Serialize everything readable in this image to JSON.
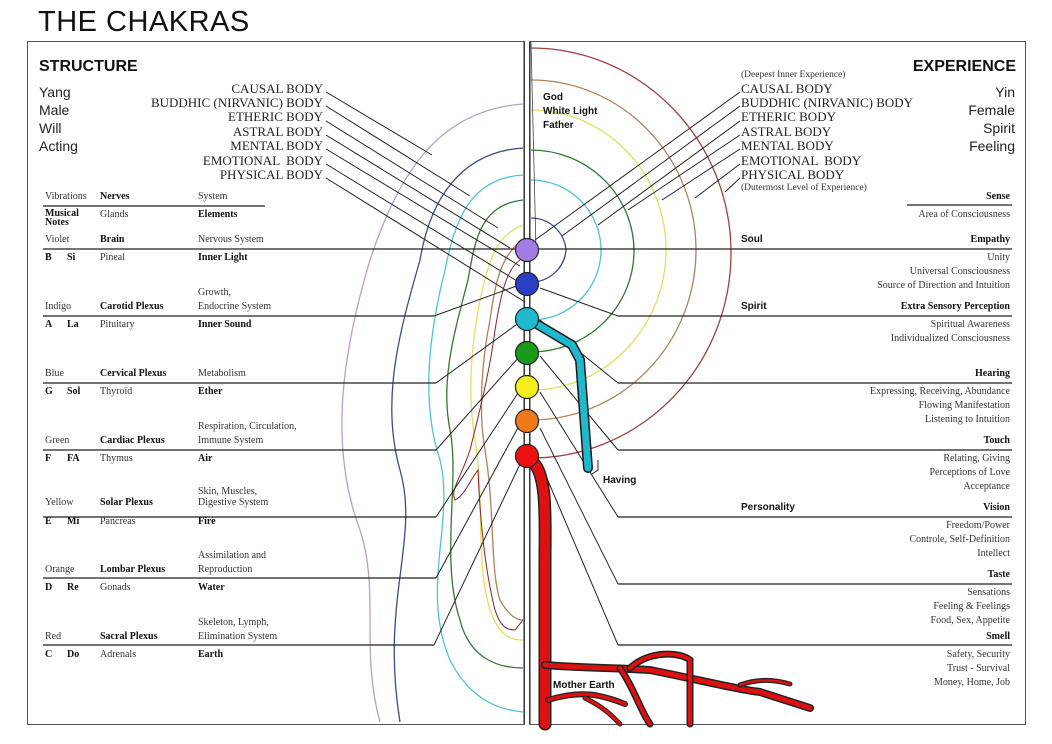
{
  "title": "THE CHAKRAS",
  "structure": {
    "heading": "STRUCTURE",
    "attributes": [
      "Yang",
      "Male",
      "Will",
      "Acting"
    ],
    "bodies": [
      "CAUSAL BODY",
      "BUDDHIC (NIRVANIC) BODY",
      "ETHERIC BODY",
      "ASTRAL BODY",
      "MENTAL BODY",
      "EMOTIONAL  BODY",
      "PHYSICAL BODY"
    ],
    "table_header": {
      "vibrations": "Vibrations",
      "nerves": "Nerves",
      "system": "System",
      "musical_notes": "Musical Notes",
      "glands": "Glands",
      "elements": "Elements"
    },
    "rows": [
      {
        "color": "Violet",
        "nerves": "Brain",
        "system": "Nervous System",
        "note": "B",
        "solfege": "Si",
        "gland": "Pineal",
        "element": "Inner Light"
      },
      {
        "color": "Indigo",
        "nerves": "Carotid Plexus",
        "system": "Growth, Endocrine System",
        "system_line1": "Growth,",
        "system_line2": "Endocrine System",
        "note": "A",
        "solfege": "La",
        "gland": "Pituitary",
        "element": "Inner Sound"
      },
      {
        "color": "Blue",
        "nerves": "Cervical Plexus",
        "system": "Metabolism",
        "note": "G",
        "solfege": "Sol",
        "gland": "Thyroïd",
        "element": "Ether"
      },
      {
        "color": "Green",
        "nerves": "Cardiac Plexus",
        "system": "Respiration, Circulation, Immune System",
        "system_line1": "Respiration, Circulation,",
        "system_line2": "Immune System",
        "note": "F",
        "solfege": "FA",
        "gland": "Thymus",
        "element": "Air"
      },
      {
        "color": "Yellow",
        "nerves": "Solar Plexus",
        "system": "Skin, Muscles, Digestive System",
        "system_line1": "Skin, Muscles,",
        "system_line2": "Digestive System",
        "note": "E",
        "solfege": "Mi",
        "gland": "Pancreas",
        "element": "Fire"
      },
      {
        "color": "Orange",
        "nerves": "Lombar Plexus",
        "system": "Assimilation and Reproduction",
        "system_line1": "Assimilation and",
        "system_line2": "Reproduction",
        "note": "D",
        "solfege": "Re",
        "gland": "Gonads",
        "element": "Water"
      },
      {
        "color": "Red",
        "nerves": "Sacral Plexus",
        "system": "Skeleton, Lymph, Elimination System",
        "system_line1": "Skeleton, Lymph,",
        "system_line2": "Elimination System",
        "note": "C",
        "solfege": "Do",
        "gland": "Adrenals",
        "element": "Earth"
      }
    ]
  },
  "experience": {
    "heading": "EXPERIENCE",
    "attributes": [
      "Yin",
      "Female",
      "Spirit",
      "Feeling"
    ],
    "deepest_note": "(Deepest Inner Experience)",
    "outermost_note": "(Dutermost Level of Experience)",
    "bodies": [
      "CAUSAL BODY",
      "BUDDHIC (NIRVANIC) BODY",
      "ETHERIC BODY",
      "ASTRAL BODY",
      "MENTAL BODY",
      "EMOTIONAL  BODY",
      "PHYSICAL BODY"
    ],
    "header": {
      "sense": "Sense",
      "area": "Area of Consciousness"
    },
    "levels": {
      "soul": "Soul",
      "spirit": "Spirit",
      "personality": "Personality"
    },
    "rows": [
      {
        "sense": "Empathy",
        "lines": [
          "Unity",
          "Universal Consciousness",
          "Source of Direction and Intuition"
        ]
      },
      {
        "sense": "Extra Sensory Perception",
        "lines": [
          "Spiritual Awareness",
          "Individualized Consciousness"
        ]
      },
      {
        "sense": "Hearing",
        "lines": [
          "Expressing, Receiving, Abundance",
          "Flowing Manifestation",
          "Listening to Intuition"
        ]
      },
      {
        "sense": "Touch",
        "lines": [
          "Relating, Giving",
          "Perceptions of Love",
          "Acceptance"
        ]
      },
      {
        "sense": "Vision",
        "lines": [
          "Freedom/Power",
          "Controle, Self-Definition",
          "Intellect"
        ]
      },
      {
        "sense": "Taste",
        "lines": [
          "Sensations",
          "Feeling & Feelings",
          "Food, Sex, Appetite"
        ]
      },
      {
        "sense": "Smell",
        "lines": [
          "Safety, Security",
          "Trust - Survival",
          "Money, Home, Job"
        ]
      }
    ]
  },
  "diagram": {
    "top_labels": [
      "God",
      "White Light",
      "Father"
    ],
    "having": "Having",
    "mother_earth": "Mother Earth",
    "chakra_colors": [
      "#a27ce6",
      "#2a3fc4",
      "#1fb8cc",
      "#1a9a1a",
      "#f5f01c",
      "#f07a1a",
      "#ee1111"
    ],
    "aura_colors": [
      "#b49fd0",
      "#3b4a8a",
      "#4fc4d0",
      "#2f7a2f",
      "#e8e878",
      "#b0805a",
      "#a04040"
    ],
    "root_color": "#dd1111"
  }
}
